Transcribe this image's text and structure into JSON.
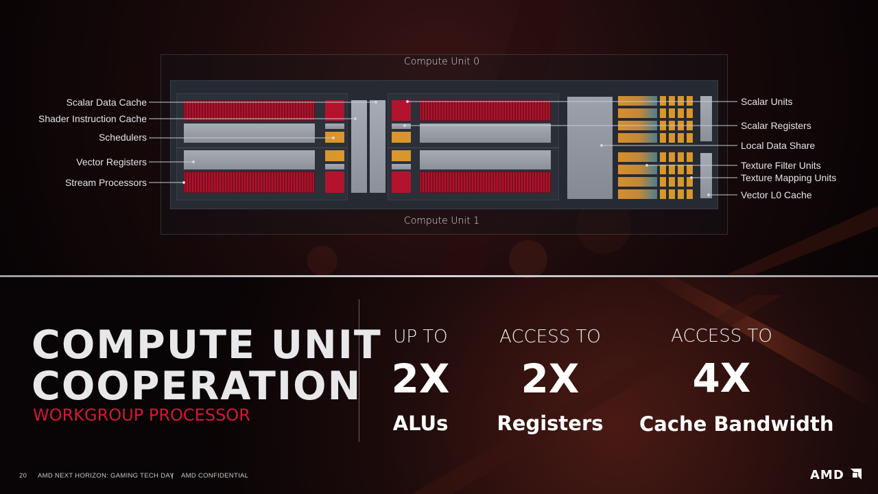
{
  "diagram": {
    "top_label": "Compute Unit 0",
    "bottom_label": "Compute Unit 1",
    "left_callouts": [
      {
        "label": "Scalar Data Cache"
      },
      {
        "label": "Shader Instruction Cache"
      },
      {
        "label": "Schedulers"
      },
      {
        "label": "Vector Registers"
      },
      {
        "label": "Stream Processors"
      }
    ],
    "right_callouts": [
      {
        "label": "Scalar Units"
      },
      {
        "label": "Scalar Registers"
      },
      {
        "label": "Local Data Share"
      },
      {
        "label": "Texture Filter Units"
      },
      {
        "label": "Texture Mapping Units"
      },
      {
        "label": "Vector L0 Cache"
      }
    ]
  },
  "headline": {
    "line1": "COMPUTE UNIT",
    "line2": "COOPERATION",
    "subtitle": "WORKGROUP PROCESSOR"
  },
  "stats": [
    {
      "head": "UP TO",
      "value": "2X",
      "foot": "ALUs"
    },
    {
      "head": "ACCESS TO",
      "value": "2X",
      "foot": "Registers"
    },
    {
      "head": "ACCESS TO",
      "value": "4X",
      "foot": "Cache Bandwidth"
    }
  ],
  "footer": {
    "page": "20",
    "event": "AMD NEXT HORIZON: GAMING TECH DAY",
    "separator": "|",
    "confidential": "AMD CONFIDENTIAL",
    "logo": "AMD"
  },
  "colors": {
    "accent_red": "#d21a35",
    "sp_red": "#b0142c",
    "texture_orange": "#d8962c",
    "register_grey": "#9a9ea7"
  }
}
